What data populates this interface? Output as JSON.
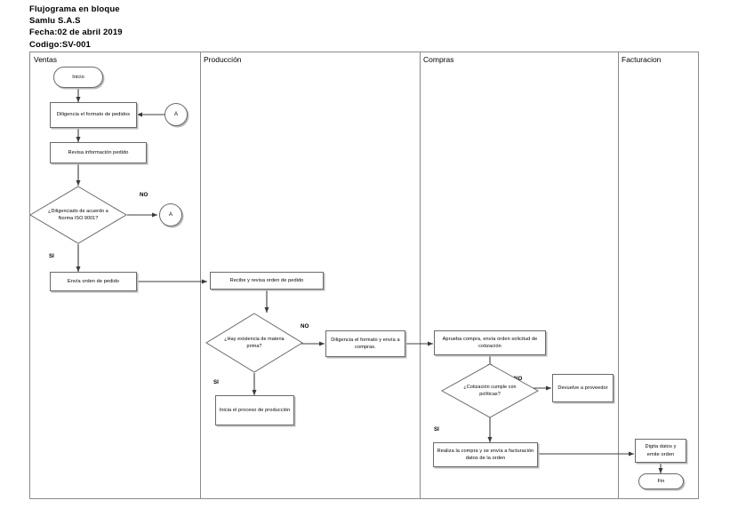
{
  "document": {
    "header_lines": [
      "Flujograma en bloque",
      "Samlu S.A.S",
      "Fecha:02 de abril 2019",
      "Codigo:SV-001"
    ],
    "title": "Flujograma en bloque",
    "company": "Samlu S.A.S",
    "date": "Fecha:02 de abril 2019",
    "code": "Codigo:SV-001"
  },
  "colors": {
    "line": "#6a6a6a",
    "frame": "#8a8a8a",
    "shadow": "#b9b9b9",
    "text": "#000000",
    "background": "#ffffff"
  },
  "lanes": [
    {
      "label": "Ventas"
    },
    {
      "label": "Producción"
    },
    {
      "label": "Compras"
    },
    {
      "label": "Facturacion"
    }
  ],
  "nodes": {
    "inicio": {
      "label": "Inicio",
      "type": "terminator"
    },
    "diligencia_formato": {
      "label": "Diligencia el formato de pedidos",
      "type": "process"
    },
    "conector_a_top": {
      "label": "A",
      "type": "connector"
    },
    "revisa_info": {
      "label": "Revisa información pedido",
      "type": "process"
    },
    "decision_iso": {
      "label": "¿Diligenciado de acuerdo a Norma ISO 9001?",
      "type": "decision"
    },
    "conector_a_mid": {
      "label": "A",
      "type": "connector"
    },
    "envia_orden": {
      "label": "Envía orden de pedido",
      "type": "process"
    },
    "recibe_revisa": {
      "label": "Recibe y revisa orden de pedido",
      "type": "process"
    },
    "decision_materia": {
      "label": "¿Hay existencia de materia prima?",
      "type": "decision"
    },
    "diligencia_compras": {
      "label": "Diligencia el formato y envía a compras.",
      "type": "process"
    },
    "inicia_proceso": {
      "label": "Inicia el proceso de producción",
      "type": "process"
    },
    "aprueba_compra": {
      "label": "Aprueba compra, envía orden solicitud de cotización",
      "type": "process"
    },
    "decision_cotizacion": {
      "label": "¿Cotización cumple con políticas?",
      "type": "decision"
    },
    "devuelve_proveedor": {
      "label": "Devuelve a proveedor",
      "type": "process"
    },
    "realiza_compra": {
      "label": "Realiza la compra y se envía a facturación datos de la orden",
      "type": "process"
    },
    "digita_datos": {
      "label": "Digita datos y emite orden",
      "type": "process"
    },
    "fin": {
      "label": "Fin",
      "type": "terminator"
    }
  },
  "edge_labels": {
    "iso_no": "NO",
    "iso_si": "SI",
    "materia_no": "NO",
    "materia_si": "SI",
    "cotizacion_no": "NO",
    "cotizacion_si": "SI"
  }
}
